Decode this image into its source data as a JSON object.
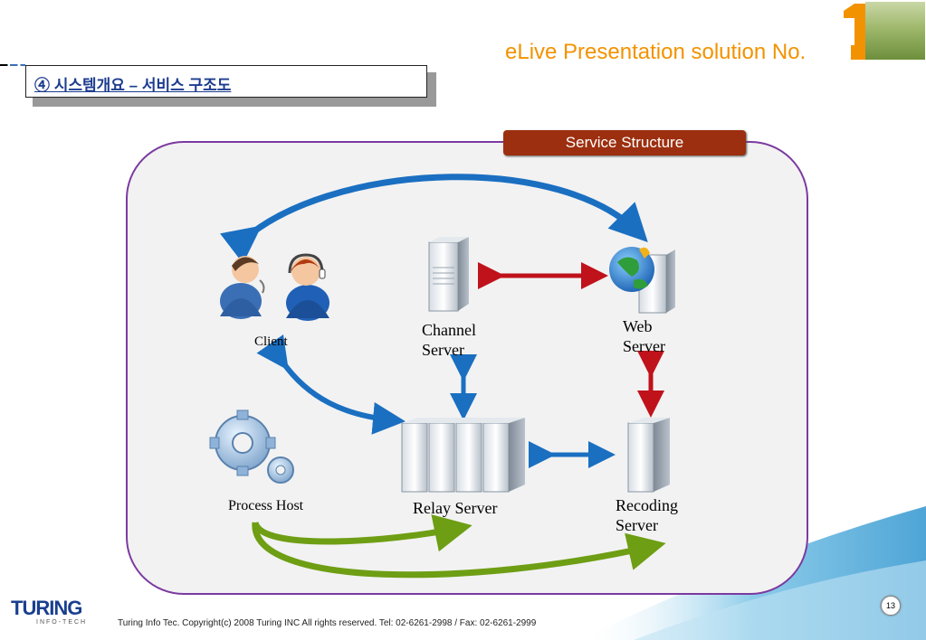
{
  "header": {
    "brand_text": "eLive Presentation solution No.",
    "brand_color": "#f39200"
  },
  "slide": {
    "title": "④ 시스템개요 – 서비스 구조도"
  },
  "diagram": {
    "badge": "Service Structure",
    "nodes": {
      "client": "Client",
      "channel_line1": "Channel",
      "channel_line2": "Server",
      "web_line1": "Web",
      "web_line2": "Server",
      "process_host": "Process Host",
      "relay": "Relay Server",
      "recoding_line1": "Recoding",
      "recoding_line2": "Server"
    },
    "colors": {
      "blue_arrow": "#1a6fc1",
      "red_arrow": "#c0121b",
      "green_arrow": "#6e9e14",
      "panel_border": "#7b3aa0",
      "badge_bg": "#9c2f0f"
    }
  },
  "footer": {
    "logo_main": "TURING",
    "logo_sub": "INFO-TECH",
    "text": "Turing Info Tec. Copyright(c) 2008 Turing INC All rights reserved. Tel: 02-6261-2998 / Fax: 02-6261-2999",
    "page": "13"
  }
}
